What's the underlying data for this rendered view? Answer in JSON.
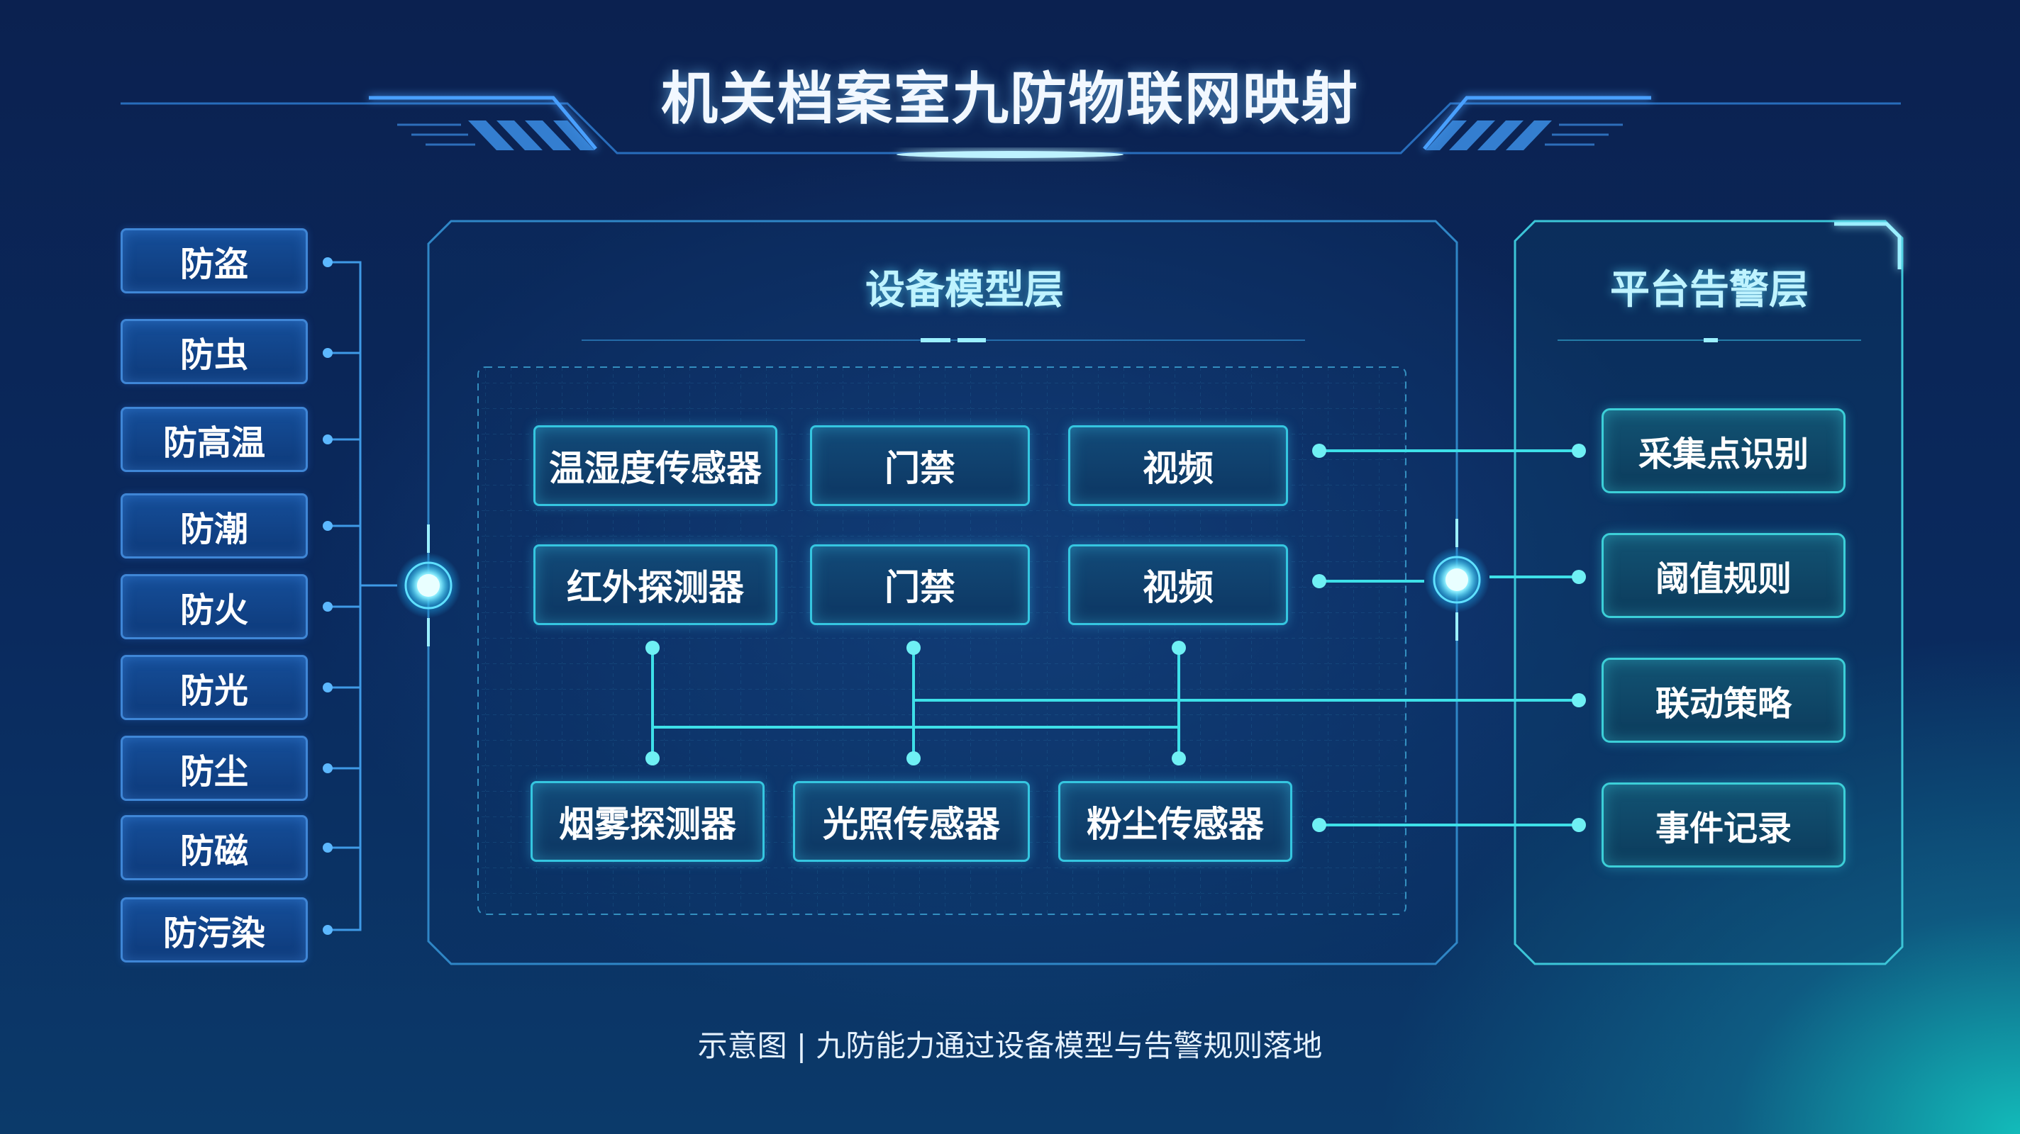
{
  "title": "机关档案室九防物联网映射",
  "caption": "示意图 | 九防能力通过设备模型与告警规则落地",
  "colors": {
    "accent_cyan": "#35c6e0",
    "accent_blue": "#3f86d6",
    "background": "#0a2550",
    "glow_teal": "#14d2c8"
  },
  "nine_protections": [
    {
      "label": "防盗"
    },
    {
      "label": "防虫"
    },
    {
      "label": "防高温"
    },
    {
      "label": "防潮"
    },
    {
      "label": "防火"
    },
    {
      "label": "防光"
    },
    {
      "label": "防尘"
    },
    {
      "label": "防磁"
    },
    {
      "label": "防污染"
    }
  ],
  "device_layer": {
    "title": "设备模型层",
    "row1": [
      {
        "label": "温湿度传感器"
      },
      {
        "label": "门禁"
      },
      {
        "label": "视频"
      }
    ],
    "row2": [
      {
        "label": "红外探测器"
      },
      {
        "label": "门禁"
      },
      {
        "label": "视频"
      }
    ],
    "row3": [
      {
        "label": "烟雾探测器"
      },
      {
        "label": "光照传感器"
      },
      {
        "label": "粉尘传感器"
      }
    ]
  },
  "alarm_layer": {
    "title": "平台告警层",
    "items": [
      {
        "label": "采集点识别"
      },
      {
        "label": "阈值规则"
      },
      {
        "label": "联动策略"
      },
      {
        "label": "事件记录"
      }
    ]
  }
}
